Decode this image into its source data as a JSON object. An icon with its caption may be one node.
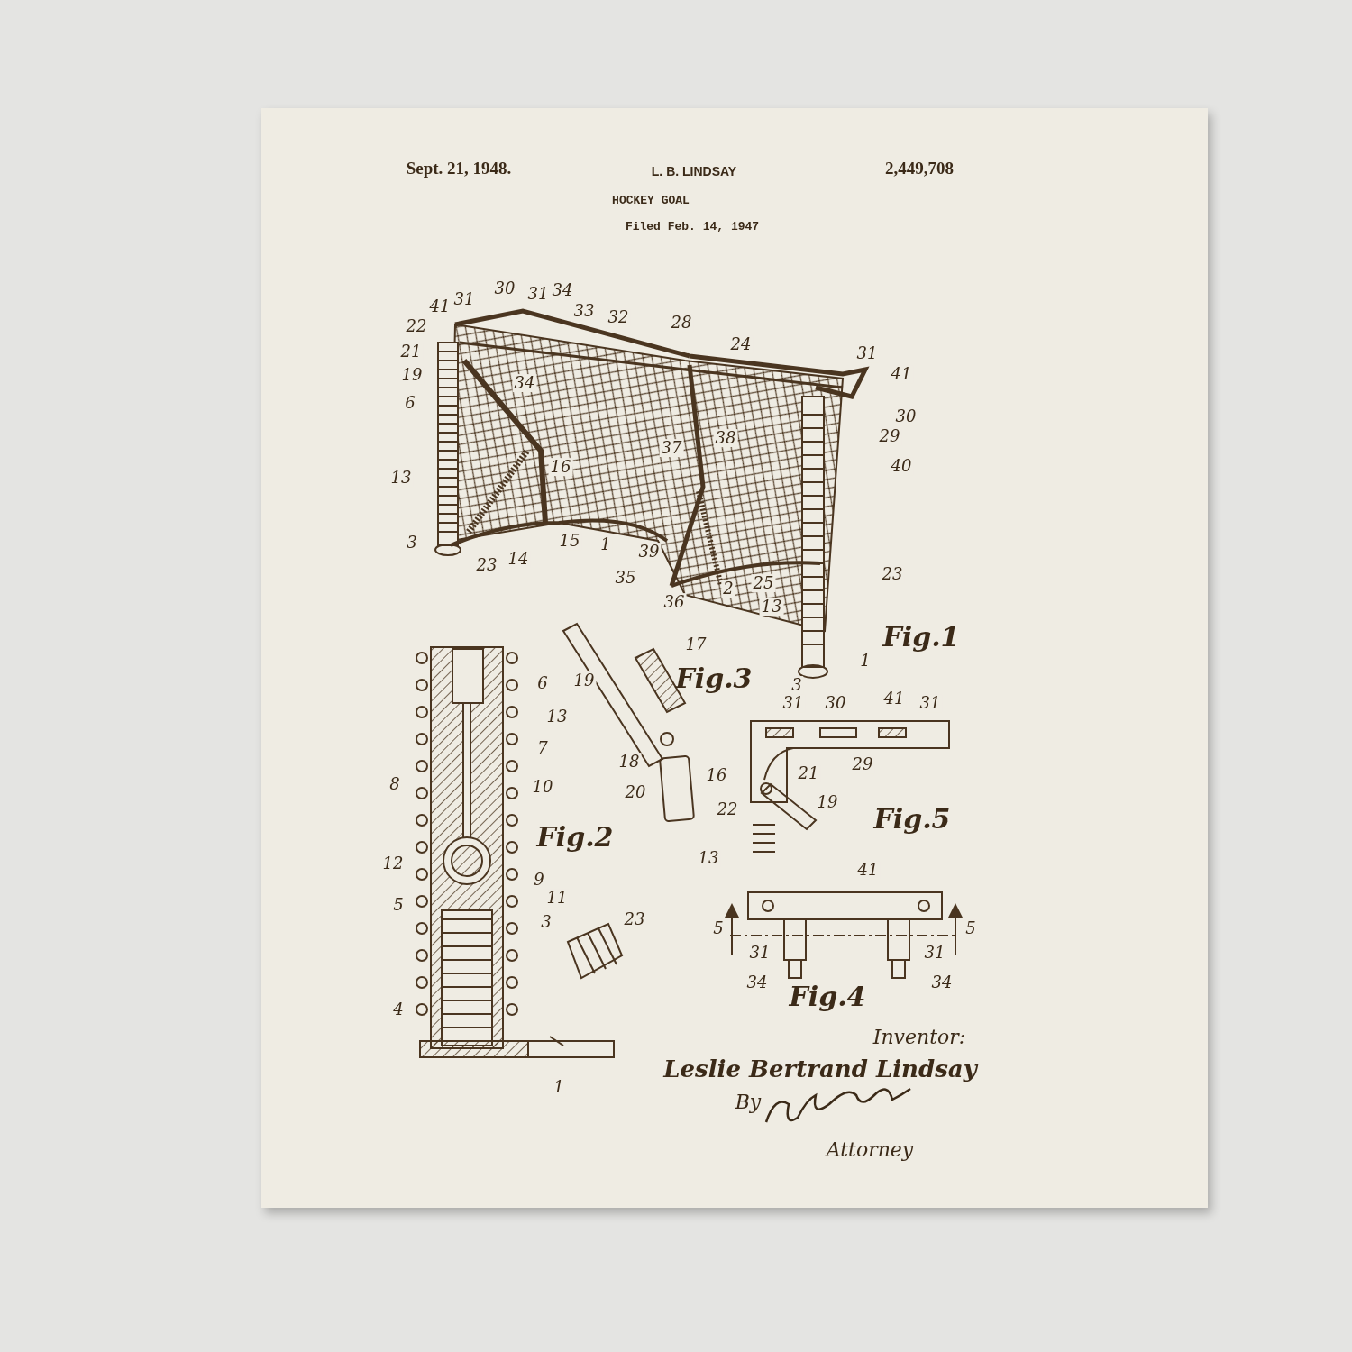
{
  "diagram": {
    "title": "HOCKEY GOAL",
    "labels": [
      "Sept. 21, 1948.",
      "L. B. LINDSAY",
      "2,449,708",
      "Filed Feb. 14, 1947",
      "41",
      "31",
      "30",
      "31",
      "34",
      "33",
      "32",
      "28",
      "24",
      "22",
      "21",
      "19",
      "6",
      "34",
      "16",
      "37",
      "38",
      "31",
      "41",
      "30",
      "29",
      "40",
      "13",
      "3",
      "23",
      "14",
      "15",
      "1",
      "39",
      "35",
      "25",
      "2",
      "36",
      "23",
      "13",
      "1",
      "3",
      "Fig.1",
      "6",
      "13",
      "7",
      "8",
      "10",
      "12",
      "9",
      "11",
      "5",
      "3",
      "4",
      "23",
      "1",
      "Fig.2",
      "19",
      "17",
      "18",
      "20",
      "16",
      "Fig.3",
      "31",
      "30",
      "41",
      "31",
      "21",
      "29",
      "22",
      "19",
      "13",
      "Fig.5",
      "41",
      "5",
      "5",
      "31",
      "31",
      "34",
      "34",
      "Fig.4",
      "Inventor:",
      "Leslie Bertrand Lindsay",
      "By",
      "Attorney"
    ]
  }
}
